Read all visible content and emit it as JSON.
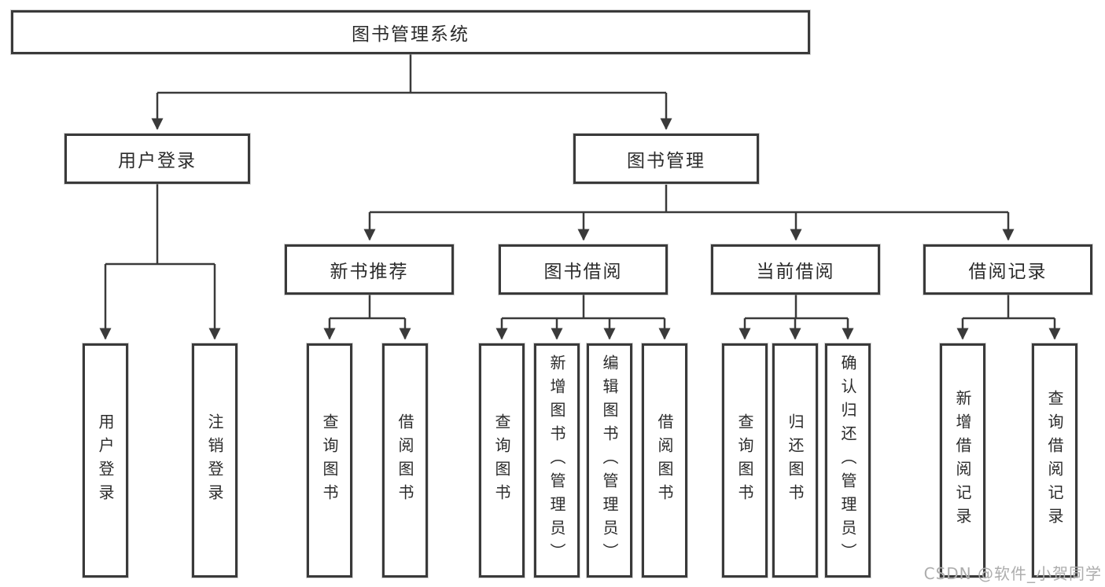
{
  "tree": {
    "root": {
      "label": "图书管理系统",
      "children": [
        {
          "label": "用户登录",
          "children": [
            {
              "label": "用户登录"
            },
            {
              "label": "注销登录"
            }
          ]
        },
        {
          "label": "图书管理",
          "children": [
            {
              "label": "新书推荐",
              "children": [
                {
                  "label": "查询图书"
                },
                {
                  "label": "借阅图书"
                }
              ]
            },
            {
              "label": "图书借阅",
              "children": [
                {
                  "label": "查询图书"
                },
                {
                  "label": "新增图书（管理员）"
                },
                {
                  "label": "编辑图书（管理员）"
                },
                {
                  "label": "借阅图书"
                }
              ]
            },
            {
              "label": "当前借阅",
              "children": [
                {
                  "label": "查询图书"
                },
                {
                  "label": "归还图书"
                },
                {
                  "label": "确认归还（管理员）"
                }
              ]
            },
            {
              "label": "借阅记录",
              "children": [
                {
                  "label": "新增借阅记录"
                },
                {
                  "label": "查询借阅记录"
                }
              ]
            }
          ]
        }
      ]
    }
  },
  "watermark": {
    "text": "CSDN @软件_小贺同学"
  },
  "colors": {
    "line": "#3a3a3a",
    "text": "#2b2b2b",
    "box-bg": "#ffffff",
    "watermark": "#adadad",
    "bg": "#ffffff"
  }
}
